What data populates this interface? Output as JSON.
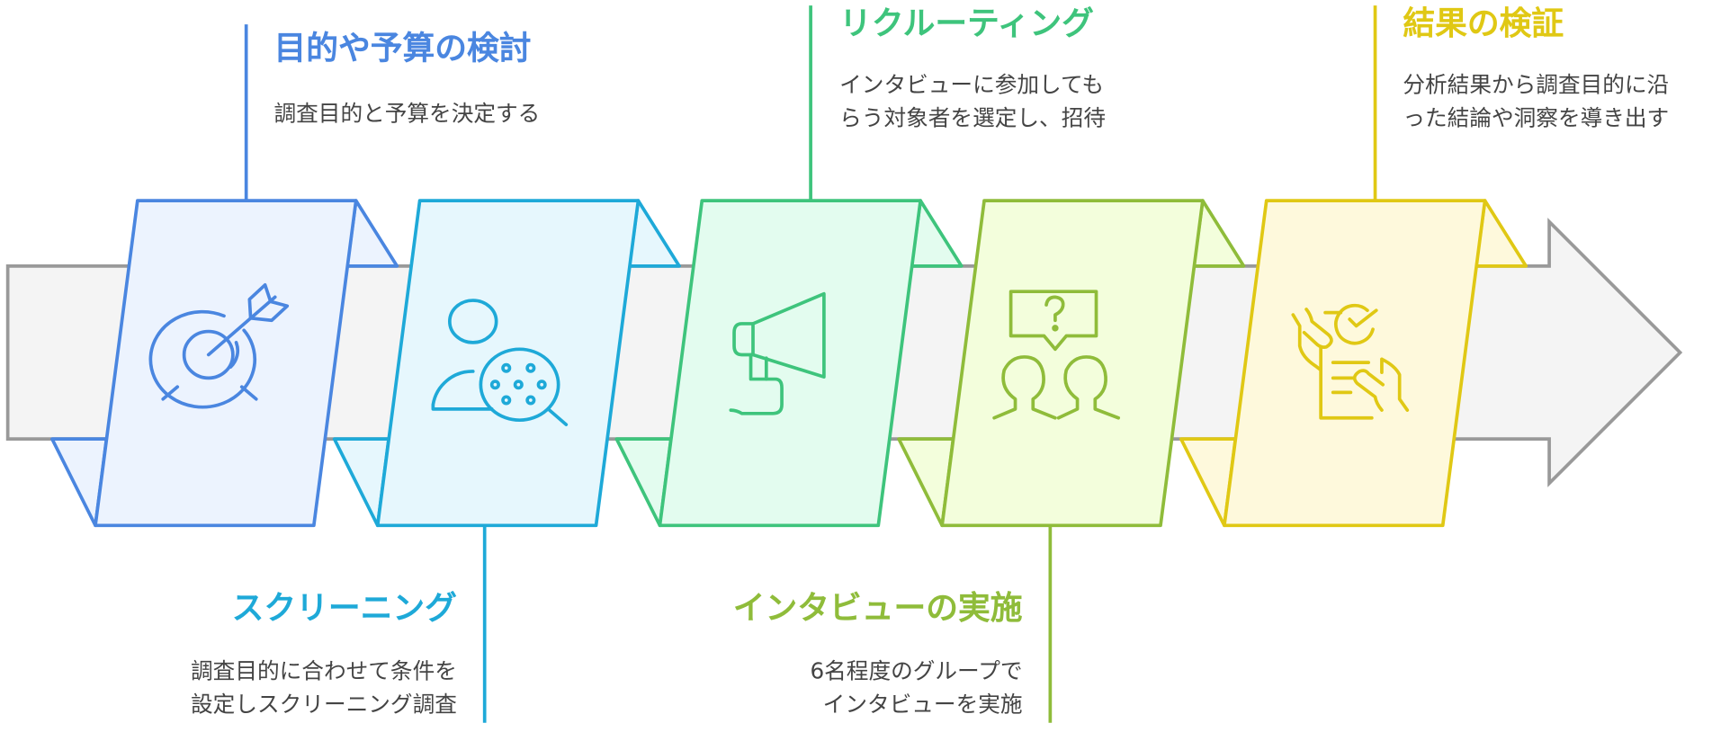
{
  "colors": {
    "arrow_fill": "#f4f4f4",
    "arrow_stroke": "#999999",
    "text": "#444444"
  },
  "steps": [
    {
      "title": "目的や予算の検討",
      "desc": [
        "調査目的と予算を決定する"
      ],
      "icon": "target-icon",
      "color": "#4a86e0",
      "fill": "#ecf3fe"
    },
    {
      "title": "スクリーニング",
      "desc": [
        "調査目的に合わせて条件を",
        "設定しスクリーニング調査"
      ],
      "icon": "user-search-icon",
      "color": "#1ea9d8",
      "fill": "#e6f7fd"
    },
    {
      "title": "リクルーティング",
      "desc": [
        "インタビューに参加しても",
        "らう対象者を選定し、招待"
      ],
      "icon": "megaphone-icon",
      "color": "#3ec47c",
      "fill": "#e3fcef"
    },
    {
      "title": "インタビューの実施",
      "desc": [
        "6名程度のグループで",
        "インタビューを実施"
      ],
      "icon": "group-discussion-icon",
      "color": "#8fbc3a",
      "fill": "#f3fedc"
    },
    {
      "title": "結果の検証",
      "desc": [
        "分析結果から調査目的に沿",
        "った結論や洞察を導き出す"
      ],
      "icon": "document-check-icon",
      "color": "#e0c814",
      "fill": "#fef9dc"
    }
  ]
}
